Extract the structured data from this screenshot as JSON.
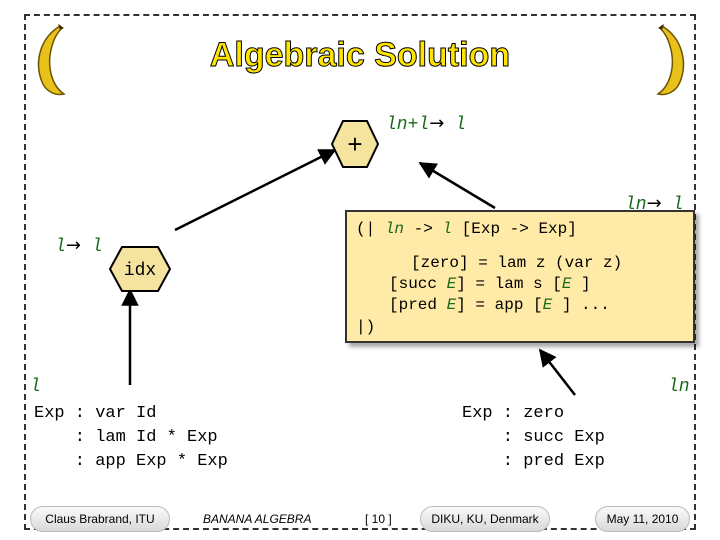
{
  "title": "Algebraic Solution",
  "plus_node": {
    "symbol": "+"
  },
  "idx_node": {
    "label": "idx"
  },
  "labels": {
    "top_right": {
      "text": "ln+l",
      "arrow": "→",
      "result": "l"
    },
    "right_mid": {
      "text": "ln",
      "arrow": "→",
      "result": "l"
    },
    "left_mid": {
      "text": "l",
      "arrow": "→",
      "result": "l"
    },
    "left_grammar": "l",
    "right_grammar": "ln"
  },
  "fold_box": {
    "line1_open": "(| ",
    "line1_var": "ln",
    "line1_mid": " -> ",
    "line1_var2": "l",
    "line1_rest": " [Exp -> Exp]",
    "zero_pre": "[zero] = lam z (var z)",
    "succ_pre": "[succ ",
    "succ_E": "E",
    "succ_post": "] = lam s [",
    "succ_E2": "E",
    "succ_end": " ]",
    "pred_pre": "[pred ",
    "pred_E": "E",
    "pred_post": "] = app [",
    "pred_E2": "E",
    "pred_end": " ] ...",
    "close": "|)"
  },
  "grammar_left": {
    "line1": "Exp : var Id",
    "line2": "    : lam Id * Exp",
    "line3": "    : app Exp * Exp"
  },
  "grammar_right": {
    "line1": "Exp : zero",
    "line2": "    : succ Exp",
    "line3": "    : pred Exp"
  },
  "footer": {
    "author": "Claus Brabrand, ITU",
    "project": "BANANA ALGEBRA",
    "page": "[ 10 ]",
    "institution": "DIKU, KU, Denmark",
    "date": "May 11, 2010"
  },
  "colors": {
    "title": "#ffe400",
    "box_fill": "#ffeaa8",
    "hex_fill": "#f4e4a0",
    "italic_label": "#1a6a1a"
  }
}
